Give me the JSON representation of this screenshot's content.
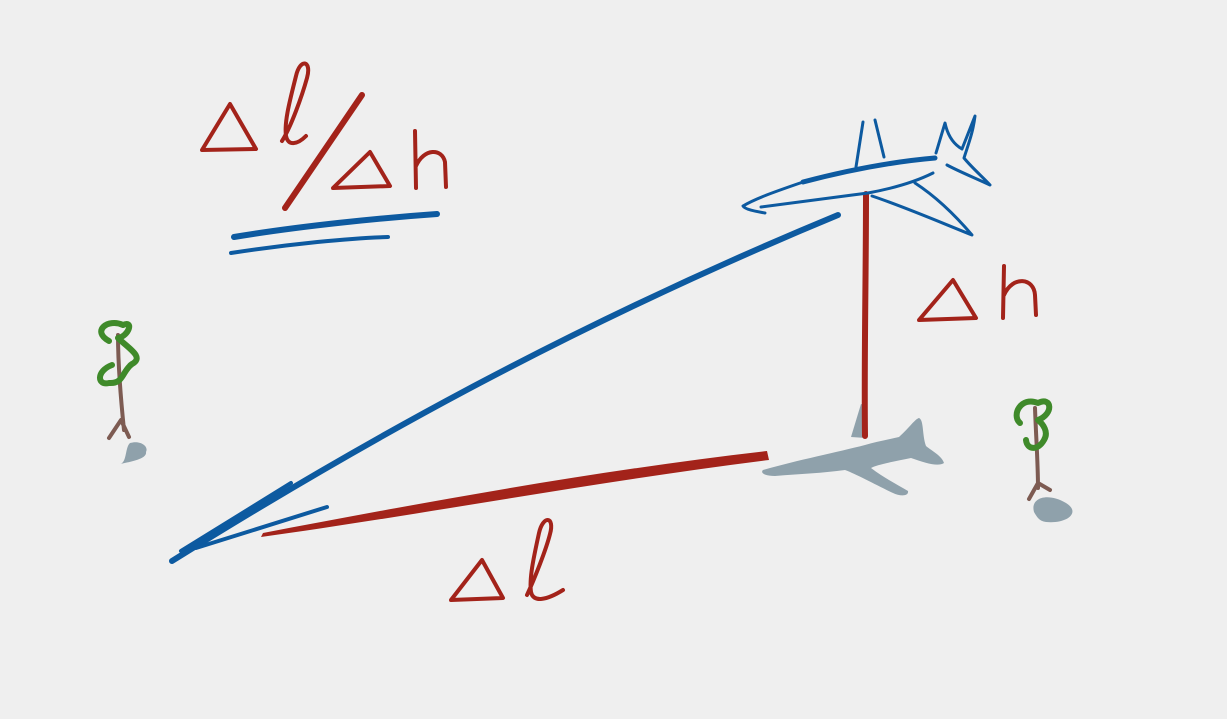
{
  "diagram": {
    "colors": {
      "background": "#efefef",
      "red_ink": "#a3231a",
      "blue_ink": "#0d5aa0",
      "shadow_gray": "#8fa1ab",
      "tree_green": "#3f8a2a",
      "tree_trunk": "#7d5b52"
    },
    "formula": {
      "numerator": "Δℓ",
      "denominator": "Δh"
    },
    "labels": {
      "altitude": "Δh",
      "ground_distance": "Δℓ"
    },
    "icons": [
      "airplane-icon",
      "airplane-shadow-icon",
      "tree-icon"
    ]
  }
}
